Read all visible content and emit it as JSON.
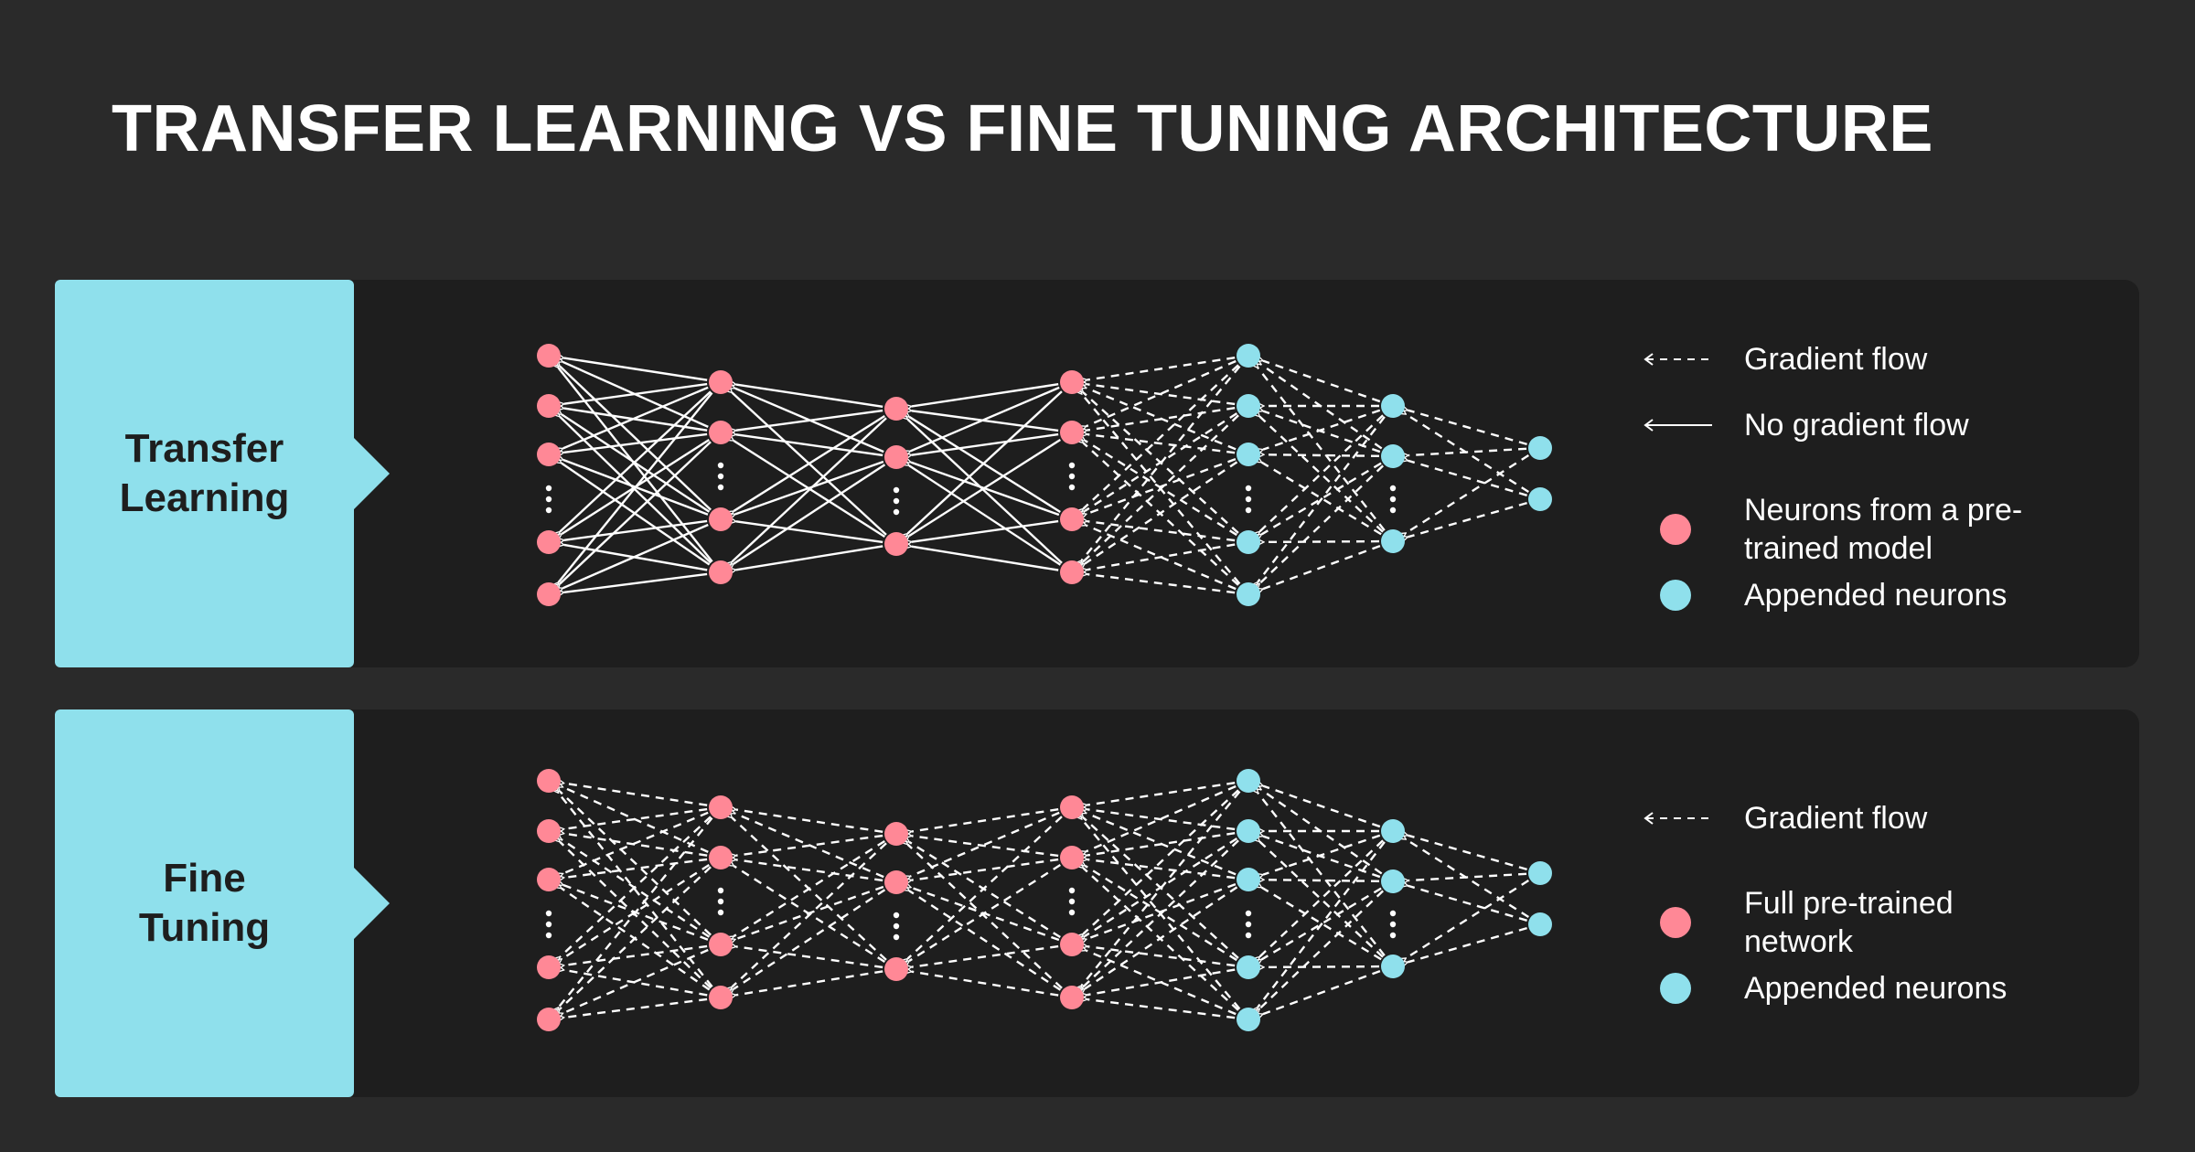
{
  "title": "TRANSFER LEARNING VS FINE TUNING ARCHITECTURE",
  "colors": {
    "pretrained": "#ff8896",
    "appended": "#8fe0ec",
    "edge": "#ffffff",
    "label_bg": "#8fe0ec"
  },
  "panels": [
    {
      "label": "Transfer Learning",
      "layers": [
        {
          "neurons": 5,
          "ellipsis": true,
          "type": "pretrained"
        },
        {
          "neurons": 4,
          "ellipsis": true,
          "type": "pretrained"
        },
        {
          "neurons": 3,
          "ellipsis": true,
          "type": "pretrained"
        },
        {
          "neurons": 4,
          "ellipsis": true,
          "type": "pretrained"
        },
        {
          "neurons": 5,
          "ellipsis": true,
          "type": "appended"
        },
        {
          "neurons": 3,
          "ellipsis": true,
          "type": "appended"
        },
        {
          "neurons": 2,
          "ellipsis": false,
          "type": "appended"
        }
      ],
      "connections": [
        "no-gradient",
        "no-gradient",
        "no-gradient",
        "gradient",
        "gradient",
        "gradient"
      ],
      "legend": [
        {
          "symbol": "dashed-arrow",
          "text": "Gradient flow"
        },
        {
          "symbol": "solid-arrow",
          "text": "No gradient flow"
        },
        {
          "symbol": "pretrained-dot",
          "text": "Neurons from a pre-trained model"
        },
        {
          "symbol": "appended-dot",
          "text": "Appended neurons"
        }
      ]
    },
    {
      "label": "Fine Tuning",
      "layers": [
        {
          "neurons": 5,
          "ellipsis": true,
          "type": "pretrained"
        },
        {
          "neurons": 4,
          "ellipsis": true,
          "type": "pretrained"
        },
        {
          "neurons": 3,
          "ellipsis": true,
          "type": "pretrained"
        },
        {
          "neurons": 4,
          "ellipsis": true,
          "type": "pretrained"
        },
        {
          "neurons": 5,
          "ellipsis": true,
          "type": "appended"
        },
        {
          "neurons": 3,
          "ellipsis": true,
          "type": "appended"
        },
        {
          "neurons": 2,
          "ellipsis": false,
          "type": "appended"
        }
      ],
      "connections": [
        "gradient",
        "gradient",
        "gradient",
        "gradient",
        "gradient",
        "gradient"
      ],
      "legend": [
        {
          "symbol": "dashed-arrow",
          "text": "Gradient flow"
        },
        {
          "symbol": "pretrained-dot",
          "text": "Full pre-trained network"
        },
        {
          "symbol": "appended-dot",
          "text": "Appended neurons"
        }
      ]
    }
  ]
}
